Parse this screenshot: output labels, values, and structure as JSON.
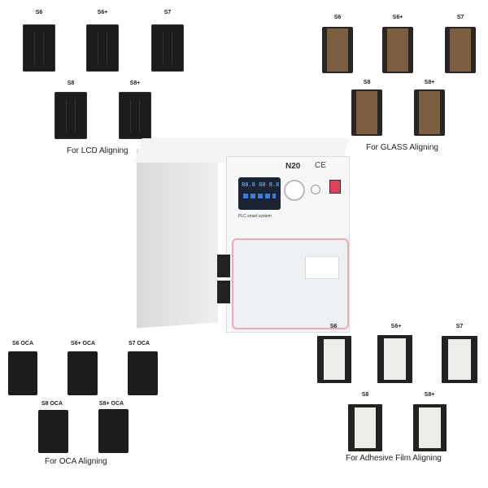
{
  "lcd": {
    "caption": "For LCD Aligning",
    "molds": [
      "S6",
      "S6+",
      "S7",
      "S8",
      "S8+"
    ]
  },
  "glass": {
    "caption": "For GLASS Aligning",
    "molds": [
      "S6",
      "S6+",
      "S7",
      "S8",
      "S8+"
    ]
  },
  "oca": {
    "caption": "For OCA Aligning",
    "molds": [
      "S6 OCA",
      "S6+  OCA",
      "S7 OCA",
      "S8 OCA",
      "S8+  OCA"
    ]
  },
  "adhesive": {
    "caption": "For Adhesive Film Aligning",
    "molds": [
      "S6",
      "S6+",
      "S7",
      "S8",
      "S8+"
    ]
  },
  "machine": {
    "model": "N20",
    "mark": "CE",
    "system_label": "PLC smart system",
    "display": "88.8 88 8.8"
  }
}
